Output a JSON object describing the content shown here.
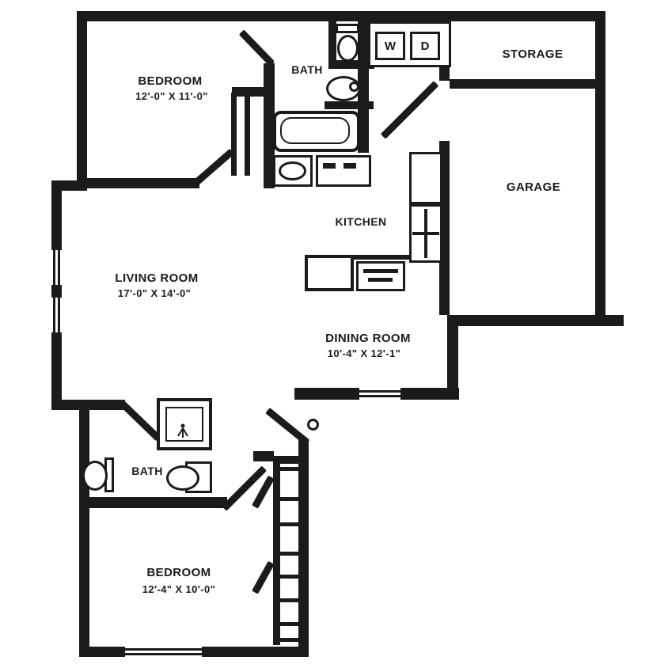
{
  "plan": {
    "colors": {
      "line": "#1b1b1b",
      "background": "#ffffff"
    },
    "rooms": {
      "bedroom1": {
        "name": "BEDROOM",
        "dims": "12'-0\" X 11'-0\""
      },
      "bath1": {
        "name": "BATH"
      },
      "storage": {
        "name": "STORAGE"
      },
      "garage": {
        "name": "GARAGE"
      },
      "kitchen": {
        "name": "KITCHEN"
      },
      "living": {
        "name": "LIVING ROOM",
        "dims": "17'-0\" X 14'-0\""
      },
      "dining": {
        "name": "DINING ROOM",
        "dims": "10'-4\" X 12'-1\""
      },
      "bath2": {
        "name": "BATH"
      },
      "bedroom2": {
        "name": "BEDROOM",
        "dims": "12'-4\" X 10'-0\""
      }
    },
    "appliances": {
      "washer_label": "W",
      "dryer_label": "D"
    }
  }
}
